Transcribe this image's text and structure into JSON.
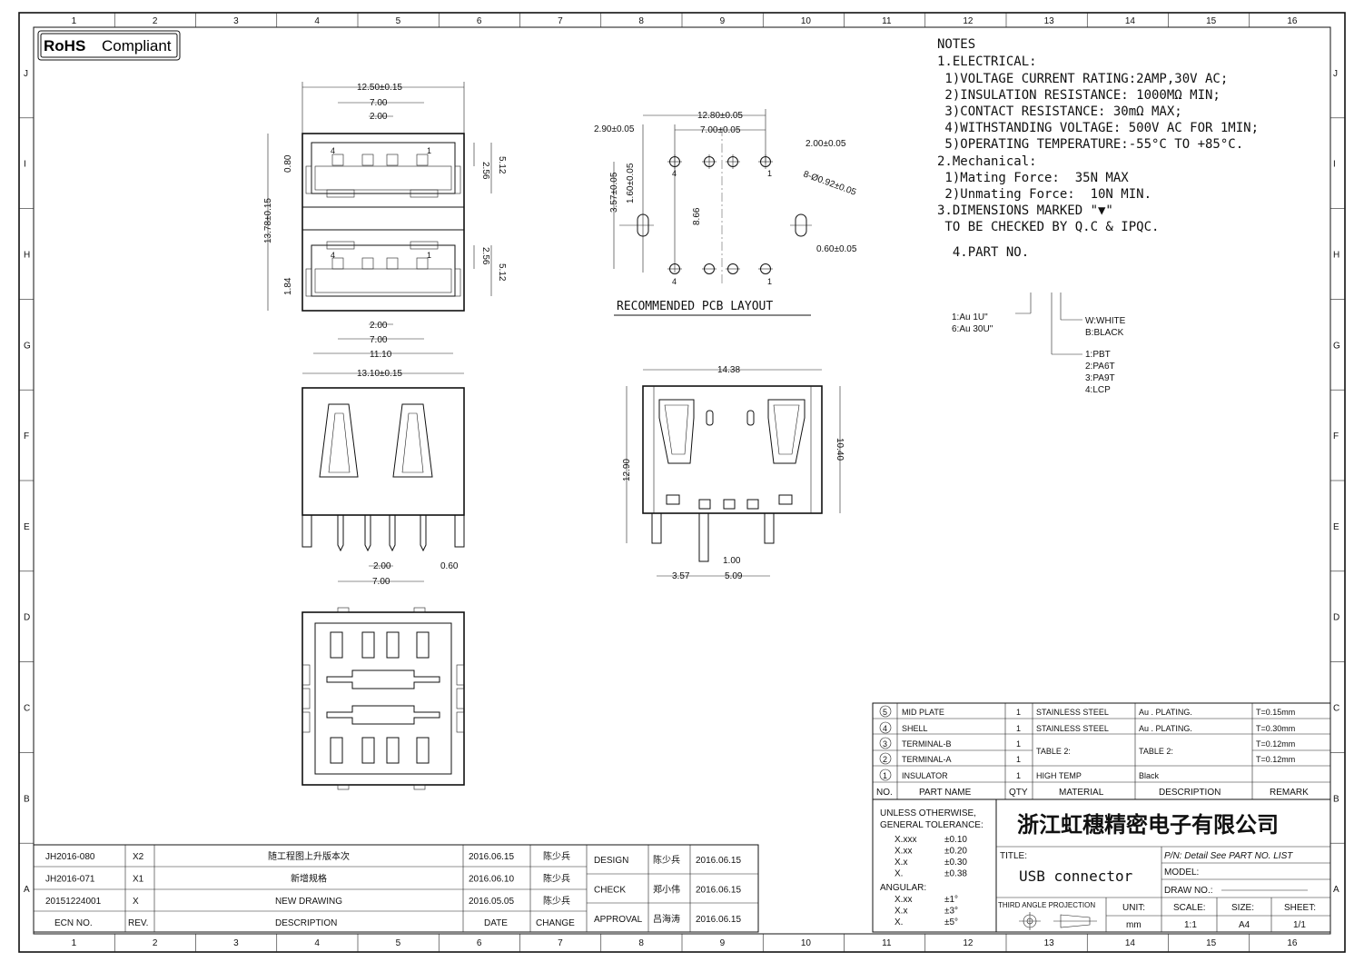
{
  "rohs_badge": {
    "bold": "RoHS",
    "rest": "Compliant"
  },
  "border": {
    "columns": [
      "1",
      "2",
      "3",
      "4",
      "5",
      "6",
      "7",
      "8",
      "9",
      "10",
      "11",
      "12",
      "13",
      "14",
      "15",
      "16"
    ],
    "rows": [
      "J",
      "I",
      "H",
      "G",
      "F",
      "E",
      "D",
      "C",
      "B",
      "A"
    ]
  },
  "notes": {
    "lines": [
      "NOTES",
      "1.ELECTRICAL:",
      " 1)VOLTAGE CURRENT RATING:2AMP,30V AC;",
      " 2)INSULATION RESISTANCE: 1000MΩ MIN;",
      " 3)CONTACT RESISTANCE: 30mΩ MAX;",
      " 4)WITHSTANDING VOLTAGE: 500V AC FOR 1MIN;",
      " 5)OPERATING TEMPERATURE:-55°C TO +85°C.",
      "2.Mechanical:",
      " 1)Mating Force:  35N MAX",
      " 2)Unmating Force:  10N MIN.",
      "3.DIMENSIONS MARKED \"▼\"",
      " TO BE CHECKED BY Q.C & IPQC.",
      "  4.PART NO."
    ],
    "part_no_plating": [
      "1:Au 1U\"",
      "6:Au 30U\""
    ],
    "part_no_color": [
      "W:WHITE",
      "B:BLACK"
    ],
    "part_no_material": [
      "1:PBT",
      "2:PA6T",
      "3:PA9T",
      "4:LCP"
    ]
  },
  "front_view_dims": {
    "width": "12.50±0.15",
    "pitch_outer": "7.00",
    "pitch_inner": "2.00",
    "height": "13.78±0.15",
    "top_gap": "0.80",
    "port_h1": "2.56",
    "port_h2": "5.12",
    "bottom_gap": "1.84",
    "bot_pitch_inner": "2.00",
    "bot_pitch_outer": "7.00",
    "bot_width": "11.10",
    "pin4": "4",
    "pin1": "1"
  },
  "side_view_dims": {
    "width": "13.10±0.15",
    "pin_pitch": "2.00",
    "pin_pitch_outer": "7.00",
    "pin_w": "0.60"
  },
  "pcb_layout": {
    "title": "RECOMMENDED PCB LAYOUT",
    "d_total": "12.80±0.05",
    "d_mid": "7.00±0.05",
    "d_left": "2.90±0.05",
    "d_pitch": "2.00±0.05",
    "d_holes": "8-Ø0.92±0.05",
    "d_v1": "3.57±0.05",
    "d_v2": "1.60±0.05",
    "d_v3": "8.66",
    "d_slot": "0.60±0.05",
    "pin4": "4",
    "pin1": "1"
  },
  "right_view_dims": {
    "width": "14.38",
    "height": "12.90",
    "h2": "10.40",
    "d1": "1.00",
    "d2": "3.57",
    "d3": "5.09"
  },
  "bom": {
    "header": {
      "no": "NO.",
      "part": "PART NAME",
      "qty": "QTY",
      "material": "MATERIAL",
      "description": "DESCRIPTION",
      "remark": "REMARK"
    },
    "rows": [
      {
        "no": "5",
        "part": "MID PLATE",
        "qty": "1",
        "material": "STAINLESS STEEL",
        "description": "Au . PLATING.",
        "remark": "T=0.15mm"
      },
      {
        "no": "4",
        "part": "SHELL",
        "qty": "1",
        "material": "STAINLESS STEEL",
        "description": "Au . PLATING.",
        "remark": "T=0.30mm"
      },
      {
        "no": "3",
        "part": "TERMINAL-B",
        "qty": "1",
        "material": "TABLE 2:",
        "description": "TABLE 2:",
        "remark": "T=0.12mm"
      },
      {
        "no": "2",
        "part": "TERMINAL-A",
        "qty": "1",
        "material": "",
        "description": "",
        "remark": "T=0.12mm"
      },
      {
        "no": "1",
        "part": "INSULATOR",
        "qty": "1",
        "material": "HIGH TEMP",
        "description": "Black",
        "remark": ""
      }
    ]
  },
  "tolerance": {
    "title1": "UNLESS OTHERWISE,",
    "title2": "GENERAL TOLERANCE:",
    "rows": [
      [
        "X.xxx",
        "±0.10"
      ],
      [
        "X.xx",
        "±0.20"
      ],
      [
        "X.x",
        "±0.30"
      ],
      [
        "X.",
        "±0.38"
      ]
    ],
    "angular": "ANGULAR:",
    "angular_rows": [
      [
        "X.xx",
        "±1°"
      ],
      [
        "X.x",
        "±3°"
      ],
      [
        "X.",
        "±5°"
      ]
    ]
  },
  "title_block": {
    "company": "浙江虹穗精密电子有限公司",
    "title_label": "TITLE:",
    "title": "USB connector",
    "pn": "P/N: Detail See PART NO. LIST",
    "model": "MODEL:",
    "drawing_no": "DRAW NO.:",
    "projection": "THIRD ANGLE PROJECTION",
    "unit_label": "UNIT:",
    "unit": "mm",
    "scale_label": "SCALE:",
    "scale": "1:1",
    "size_label": "SIZE:",
    "size": "A4",
    "sheet_label": "SHEET:",
    "sheet": "1/1"
  },
  "revisions": {
    "rows": [
      {
        "ecn": "JH2016-080",
        "rev": "X2",
        "desc": "随工程图上升版本次",
        "date": "2016.06.15",
        "by": "陈少兵"
      },
      {
        "ecn": "JH2016-071",
        "rev": "X1",
        "desc": "新增规格",
        "date": "2016.06.10",
        "by": "陈少兵"
      },
      {
        "ecn": "20151224001",
        "rev": "X",
        "desc": "NEW DRAWING",
        "date": "2016.05.05",
        "by": "陈少兵"
      }
    ],
    "header": {
      "ecn": "ECN NO.",
      "rev": "REV.",
      "desc": "DESCRIPTION",
      "date": "DATE",
      "change": "CHANGE"
    },
    "signoff": [
      {
        "label": "DESIGN",
        "name": "陈少兵",
        "date": "2016.06.15"
      },
      {
        "label": "CHECK",
        "name": "郑小伟",
        "date": "2016.06.15"
      },
      {
        "label": "APPROVAL",
        "name": "吕海涛",
        "date": "2016.06.15"
      }
    ]
  }
}
